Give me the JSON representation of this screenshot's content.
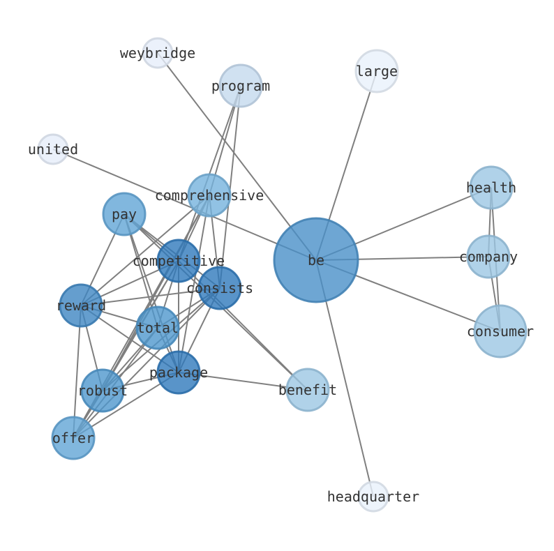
{
  "graph": {
    "edge_color": "#7f7f7f",
    "nodes": [
      {
        "id": "be",
        "label": "be",
        "color": "#4a90c8",
        "opacity": 0.8
      },
      {
        "id": "weybridge",
        "label": "weybridge",
        "color": "#e6eefa",
        "opacity": 0.8
      },
      {
        "id": "large",
        "label": "large",
        "color": "#e9f1fb",
        "opacity": 0.8
      },
      {
        "id": "program",
        "label": "program",
        "color": "#c4d9ee",
        "opacity": 0.8
      },
      {
        "id": "united",
        "label": "united",
        "color": "#e6eefa",
        "opacity": 0.8
      },
      {
        "id": "health",
        "label": "health",
        "color": "#9cc7e4",
        "opacity": 0.8
      },
      {
        "id": "company",
        "label": "company",
        "color": "#9cc7e4",
        "opacity": 0.8
      },
      {
        "id": "consumer",
        "label": "consumer",
        "color": "#9cc7e4",
        "opacity": 0.8
      },
      {
        "id": "comprehensive",
        "label": "comprehensive",
        "color": "#76b3dd",
        "opacity": 0.8
      },
      {
        "id": "pay",
        "label": "pay",
        "color": "#62a5d6",
        "opacity": 0.8
      },
      {
        "id": "competitive",
        "label": "competitive",
        "color": "#2f79bb",
        "opacity": 0.8
      },
      {
        "id": "consists",
        "label": "consists",
        "color": "#2f79bb",
        "opacity": 0.8
      },
      {
        "id": "reward",
        "label": "reward",
        "color": "#3f86c2",
        "opacity": 0.8
      },
      {
        "id": "total",
        "label": "total",
        "color": "#4f97cd",
        "opacity": 0.8
      },
      {
        "id": "package",
        "label": "package",
        "color": "#2f79bb",
        "opacity": 0.8
      },
      {
        "id": "robust",
        "label": "robust",
        "color": "#4f97cd",
        "opacity": 0.8
      },
      {
        "id": "benefit",
        "label": "benefit",
        "color": "#9cc7e4",
        "opacity": 0.8
      },
      {
        "id": "offer",
        "label": "offer",
        "color": "#62a5d6",
        "opacity": 0.8
      },
      {
        "id": "headquarter",
        "label": "headquarter",
        "color": "#e9f1fb",
        "opacity": 0.8
      }
    ],
    "edges": [
      [
        "be",
        "weybridge"
      ],
      [
        "be",
        "large"
      ],
      [
        "be",
        "united"
      ],
      [
        "be",
        "health"
      ],
      [
        "be",
        "company"
      ],
      [
        "be",
        "consumer"
      ],
      [
        "be",
        "headquarter"
      ],
      [
        "health",
        "company"
      ],
      [
        "health",
        "consumer"
      ],
      [
        "company",
        "consumer"
      ],
      [
        "program",
        "comprehensive"
      ],
      [
        "program",
        "consists"
      ],
      [
        "program",
        "competitive"
      ],
      [
        "pay",
        "competitive"
      ],
      [
        "pay",
        "consists"
      ],
      [
        "pay",
        "reward"
      ],
      [
        "pay",
        "total"
      ],
      [
        "pay",
        "package"
      ],
      [
        "pay",
        "benefit"
      ],
      [
        "comprehensive",
        "competitive"
      ],
      [
        "comprehensive",
        "consists"
      ],
      [
        "comprehensive",
        "reward"
      ],
      [
        "comprehensive",
        "package"
      ],
      [
        "comprehensive",
        "robust"
      ],
      [
        "comprehensive",
        "offer"
      ],
      [
        "competitive",
        "reward"
      ],
      [
        "competitive",
        "benefit"
      ],
      [
        "competitive",
        "package"
      ],
      [
        "competitive",
        "robust"
      ],
      [
        "competitive",
        "offer"
      ],
      [
        "competitive",
        "total"
      ],
      [
        "consists",
        "reward"
      ],
      [
        "consists",
        "package"
      ],
      [
        "consists",
        "robust"
      ],
      [
        "consists",
        "offer"
      ],
      [
        "consists",
        "total"
      ],
      [
        "reward",
        "total"
      ],
      [
        "reward",
        "package"
      ],
      [
        "reward",
        "robust"
      ],
      [
        "reward",
        "offer"
      ],
      [
        "total",
        "package"
      ],
      [
        "total",
        "robust"
      ],
      [
        "total",
        "offer"
      ],
      [
        "package",
        "robust"
      ],
      [
        "package",
        "offer"
      ],
      [
        "package",
        "benefit"
      ],
      [
        "robust",
        "offer"
      ]
    ]
  }
}
